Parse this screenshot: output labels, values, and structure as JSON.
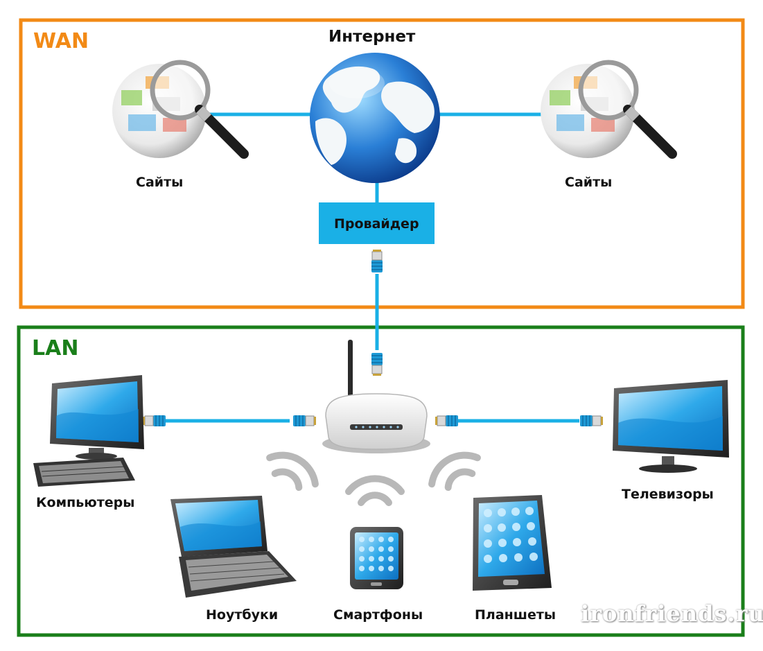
{
  "wan": {
    "label": "WAN",
    "color": "#f28a16"
  },
  "lan": {
    "label": "LAN",
    "color": "#1a7f1a"
  },
  "cable_color": "#1ab0e6",
  "nodes": {
    "internet": "Интернет",
    "sites_left": "Сайты",
    "sites_right": "Сайты",
    "provider": "Провайдер",
    "computers": "Компьютеры",
    "tvs": "Телевизоры",
    "laptops": "Ноутбуки",
    "smartphones": "Смартфоны",
    "tablets": "Планшеты"
  },
  "watermark": "ironfriends.ru"
}
